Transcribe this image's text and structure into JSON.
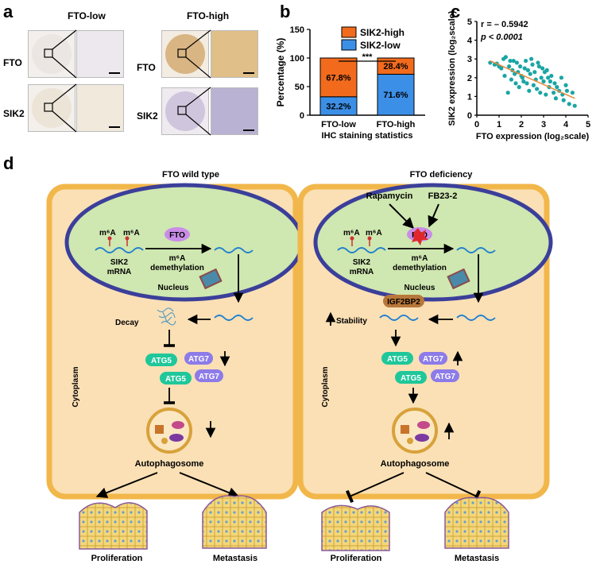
{
  "panel_a": {
    "letter": "a",
    "col_low": "FTO-low",
    "col_high": "FTO-high",
    "row_fto": "FTO",
    "row_sik2": "SIK2"
  },
  "panel_b": {
    "letter": "b",
    "ylabel": "Percentage (%)",
    "xlabel": "IHC staining statistics",
    "sig": "***",
    "legend_high": "SIK2-high",
    "legend_low": "SIK2-low"
  },
  "panel_c": {
    "letter": "c",
    "r_text": "r = – 0.5942",
    "p_text": "p < 0.0001",
    "ylabel": "SIK2 expression (log₂scale)",
    "xlabel": "FTO expression (log₂scale)"
  },
  "panel_d": {
    "letter": "d",
    "title_left": "FTO wild type",
    "title_right": "FTO deficiency",
    "m6a": "m⁶A",
    "sik2_mrna_1": "SIK2",
    "sik2_mrna_2": "mRNA",
    "fto": "FTO",
    "demeth_1": "m⁶A",
    "demeth_2": "demethylation",
    "nucleus": "Nucleus",
    "decay": "Decay",
    "stability": "Stability",
    "atg5": "ATG5",
    "atg7": "ATG7",
    "cytoplasm": "Cytoplasm",
    "autophagosome": "Autophagosome",
    "proliferation": "Proliferation",
    "metastasis": "Metastasis",
    "rapamycin": "Rapamycin",
    "fb23": "FB23-2",
    "igf2bp2": "IGF2BP2"
  },
  "colors": {
    "sik2_high": "#f26b1d",
    "sik2_low": "#3c8fe6",
    "scatter": "#1aa5a5",
    "fit": "#e8893a",
    "cell_fill": "#fbe0b5",
    "cell_border": "#f2b74a",
    "nucleus_fill": "#cfe7b0",
    "nucleus_border": "#3b3f9a",
    "atg5": "#1fc79a",
    "atg7": "#8d7be8",
    "fto_oval": "#c98de8"
  },
  "chart_data": [
    {
      "type": "bar",
      "stacked": true,
      "categories": [
        "FTO-low",
        "FTO-high"
      ],
      "series": [
        {
          "name": "SIK2-low",
          "values": [
            32.2,
            71.6
          ],
          "labels": [
            "32.2%",
            "71.6%"
          ]
        },
        {
          "name": "SIK2-high",
          "values": [
            67.8,
            28.4
          ],
          "labels": [
            "67.8%",
            "28.4%"
          ]
        }
      ],
      "ylim": [
        0,
        150
      ],
      "yticks": [
        "0",
        "50",
        "100",
        "150"
      ],
      "ylabel": "Percentage (%)",
      "xlabel": "IHC staining statistics",
      "legend": "top-right"
    },
    {
      "type": "scatter",
      "xlim": [
        0,
        5
      ],
      "ylim": [
        0,
        5
      ],
      "xticks": [
        "0",
        "1",
        "2",
        "3",
        "4",
        "5"
      ],
      "yticks": [
        "0",
        "1",
        "2",
        "3",
        "4",
        "5"
      ],
      "xlabel": "FTO expression (log₂scale)",
      "ylabel": "SIK2 expression (log₂scale)",
      "fit": {
        "x": [
          0.6,
          4.4
        ],
        "y": [
          2.9,
          0.9
        ]
      },
      "points": [
        [
          0.6,
          2.8
        ],
        [
          0.8,
          2.7
        ],
        [
          0.9,
          2.75
        ],
        [
          1.0,
          2.6
        ],
        [
          1.1,
          2.5
        ],
        [
          1.2,
          3.0
        ],
        [
          1.25,
          2.1
        ],
        [
          1.3,
          3.1
        ],
        [
          1.4,
          1.2
        ],
        [
          1.45,
          2.6
        ],
        [
          1.5,
          2.9
        ],
        [
          1.55,
          1.9
        ],
        [
          1.6,
          2.4
        ],
        [
          1.65,
          2.9
        ],
        [
          1.7,
          2.2
        ],
        [
          1.75,
          1.7
        ],
        [
          1.8,
          2.8
        ],
        [
          1.85,
          2.3
        ],
        [
          1.9,
          1.5
        ],
        [
          1.95,
          2.6
        ],
        [
          2.0,
          2.1
        ],
        [
          2.05,
          2.0
        ],
        [
          2.1,
          1.8
        ],
        [
          2.15,
          2.5
        ],
        [
          2.2,
          2.9
        ],
        [
          2.25,
          1.7
        ],
        [
          2.3,
          2.4
        ],
        [
          2.35,
          1.3
        ],
        [
          2.4,
          2.2
        ],
        [
          2.45,
          3.0
        ],
        [
          2.5,
          2.7
        ],
        [
          2.55,
          1.6
        ],
        [
          2.6,
          2.3
        ],
        [
          2.65,
          1.9
        ],
        [
          2.7,
          1.4
        ],
        [
          2.75,
          2.8
        ],
        [
          2.8,
          2.6
        ],
        [
          2.85,
          1.2
        ],
        [
          2.9,
          2.0
        ],
        [
          2.95,
          2.5
        ],
        [
          3.0,
          1.8
        ],
        [
          3.05,
          2.3
        ],
        [
          3.1,
          1.1
        ],
        [
          3.15,
          2.4
        ],
        [
          3.2,
          2.0
        ],
        [
          3.25,
          1.5
        ],
        [
          3.3,
          1.8
        ],
        [
          3.35,
          2.1
        ],
        [
          3.45,
          1.2
        ],
        [
          3.5,
          1.7
        ],
        [
          3.55,
          0.9
        ],
        [
          3.6,
          1.5
        ],
        [
          3.7,
          1.3
        ],
        [
          3.8,
          2.0
        ],
        [
          3.85,
          1.1
        ],
        [
          3.9,
          0.8
        ],
        [
          4.0,
          1.6
        ],
        [
          4.05,
          1.3
        ],
        [
          4.15,
          0.6
        ],
        [
          4.3,
          1.2
        ],
        [
          4.4,
          0.5
        ]
      ]
    }
  ]
}
